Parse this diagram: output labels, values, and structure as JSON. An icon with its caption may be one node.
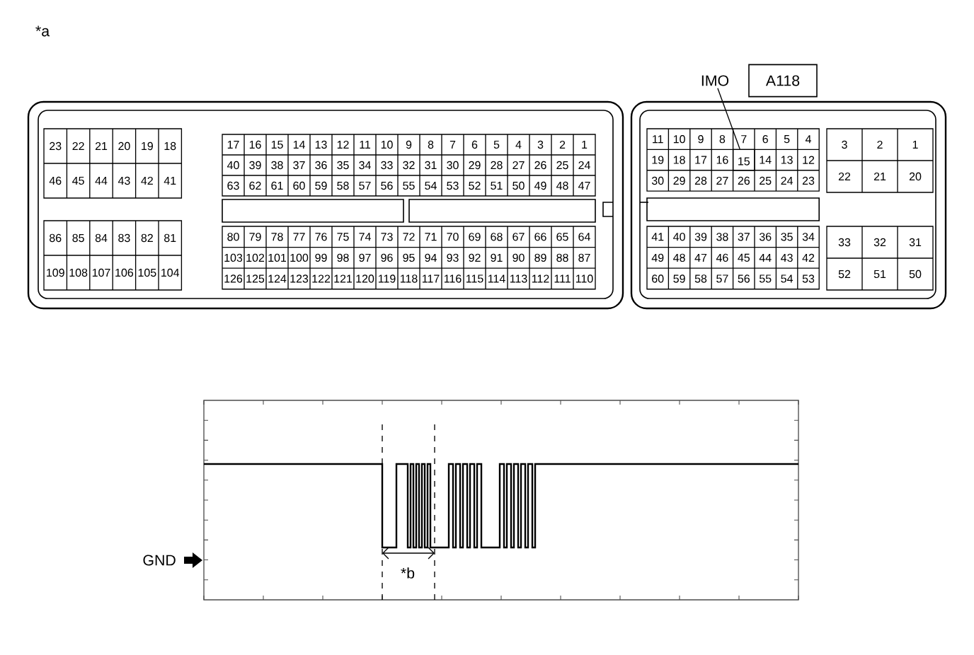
{
  "diagram": {
    "nodes": [
      {
        "text": [
          "IMO"
        ]
      },
      {
        "text": [
          "A118"
        ]
      },
      {
        "text": [],
        "shape": "box"
      }
    ],
    "edges": [
      {
        "from": 0,
        "to": 2,
        "arrow": "none"
      }
    ],
    "labels": [
      "*a",
      "23",
      "22",
      "21",
      "20",
      "19",
      "18",
      "46",
      "45",
      "44",
      "43",
      "42",
      "41",
      "17",
      "16",
      "15",
      "14",
      "13",
      "12",
      "11",
      "10",
      "9",
      "8",
      "7",
      "6",
      "5",
      "4",
      "3",
      "2",
      "1",
      "40",
      "39",
      "38",
      "37",
      "36",
      "35",
      "34",
      "33",
      "32",
      "31",
      "30",
      "29",
      "28",
      "27",
      "26",
      "25",
      "24",
      "63",
      "62",
      "61",
      "60",
      "59",
      "58",
      "57",
      "56",
      "55",
      "54",
      "53",
      "52",
      "51",
      "50",
      "49",
      "48",
      "47",
      "86",
      "85",
      "84",
      "83",
      "82",
      "81",
      "109",
      "108",
      "107",
      "106",
      "105",
      "104",
      "80",
      "79",
      "78",
      "77",
      "76",
      "75",
      "74",
      "73",
      "72",
      "71",
      "70",
      "69",
      "68",
      "67",
      "66",
      "65",
      "64",
      "103",
      "102",
      "101",
      "100",
      "99",
      "98",
      "97",
      "96",
      "95",
      "94",
      "93",
      "92",
      "91",
      "90",
      "89",
      "88",
      "87",
      "126",
      "125",
      "124",
      "123",
      "122",
      "121",
      "120",
      "119",
      "118",
      "117",
      "116",
      "115",
      "114",
      "113",
      "112",
      "111",
      "110",
      "11",
      "10",
      "9",
      "8",
      "7",
      "6",
      "5",
      "4",
      "19",
      "18",
      "17",
      "16",
      "15",
      "14",
      "13",
      "12",
      "30",
      "29",
      "28",
      "27",
      "26",
      "25",
      "24",
      "23",
      "3",
      "2",
      "1",
      "22",
      "21",
      "20",
      "41",
      "40",
      "39",
      "38",
      "37",
      "36",
      "35",
      "34",
      "49",
      "48",
      "47",
      "46",
      "45",
      "44",
      "43",
      "42",
      "60",
      "59",
      "58",
      "57",
      "56",
      "55",
      "54",
      "53",
      "33",
      "32",
      "31",
      "52",
      "51",
      "50",
      "GND",
      "*b"
    ]
  }
}
